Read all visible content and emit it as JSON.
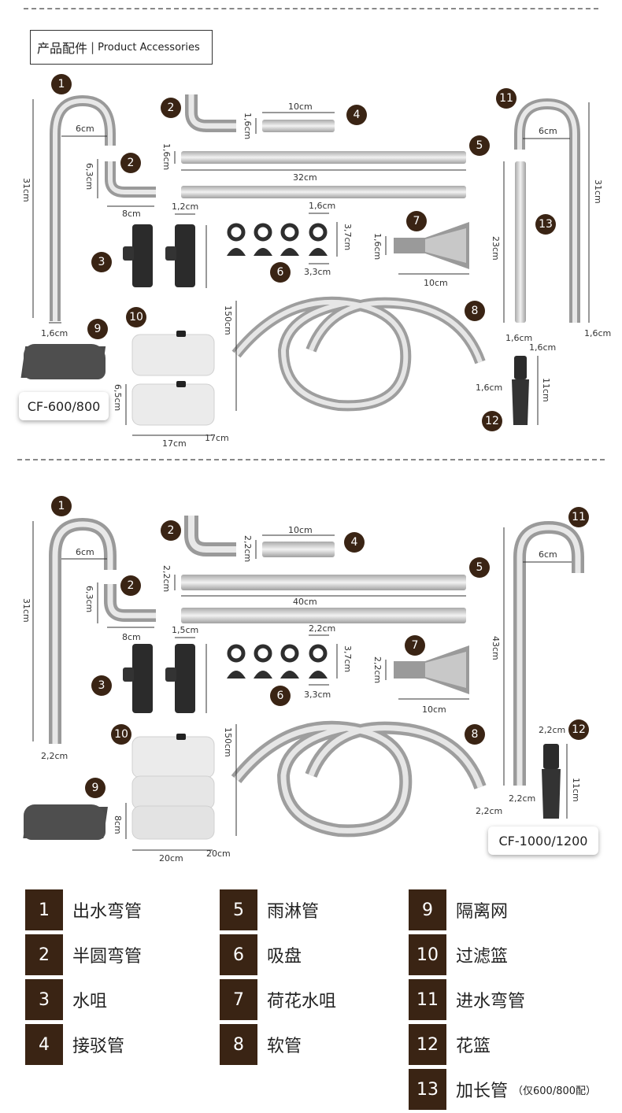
{
  "title": {
    "cn": "产品配件",
    "sep": "|",
    "en": "Product Accessories"
  },
  "sections": {
    "top": {
      "model": "CF-600/800",
      "badges": [
        "1",
        "2",
        "2",
        "4",
        "5",
        "11",
        "13",
        "3",
        "6",
        "7",
        "9",
        "10",
        "8",
        "12"
      ],
      "dims": {
        "j_h": "31cm",
        "j_w": "6cm",
        "j_d": "1,6cm",
        "elbow_h": "6,3cm",
        "elbow_w": "8cm",
        "conn_d": "1,6cm",
        "conn_l": "10cm",
        "spray_d": "1,6cm",
        "spray_l": "32cm",
        "valve_d": "1,2cm",
        "cup_w": "1,6cm",
        "cup_h": "3,7cm",
        "cup_b": "3,3cm",
        "flower_d": "1,6cm",
        "flower_l": "10cm",
        "intake_w": "6cm",
        "intake_h": "31cm",
        "intake_d": "1,6cm",
        "ext_l": "23cm",
        "ext_d": "1,6cm",
        "hose_l": "150cm",
        "hose_d": "1,6cm",
        "basket_h": "6,5cm",
        "basket_w": "17cm",
        "basket_d": "17cm",
        "strainer_d": "1,6cm",
        "strainer_h": "11cm"
      }
    },
    "bottom": {
      "model": "CF-1000/1200",
      "badges": [
        "1",
        "2",
        "2",
        "4",
        "5",
        "11",
        "3",
        "6",
        "7",
        "10",
        "9",
        "8",
        "12"
      ],
      "dims": {
        "j_h": "31cm",
        "j_w": "6cm",
        "j_d": "2,2cm",
        "elbow_h": "6,3cm",
        "elbow_w": "8cm",
        "conn_d": "2,2cm",
        "conn_l": "10cm",
        "spray_d": "2,2cm",
        "spray_l": "40cm",
        "valve_d": "1,5cm",
        "cup_w": "2,2cm",
        "cup_h": "3,7cm",
        "cup_b": "3,3cm",
        "flower_d": "2,2cm",
        "flower_l": "10cm",
        "intake_w": "6cm",
        "intake_h": "43cm",
        "intake_d": "2,2cm",
        "hose_l": "150cm",
        "hose_d": "2,2cm",
        "basket_h": "8cm",
        "basket_w": "20cm",
        "basket_d": "20cm",
        "strainer_d": "2,2cm",
        "strainer_h": "11cm"
      }
    }
  },
  "legend": [
    {
      "num": "1",
      "name": "出水弯管"
    },
    {
      "num": "2",
      "name": "半圆弯管"
    },
    {
      "num": "3",
      "name": "水咀"
    },
    {
      "num": "4",
      "name": "接驳管"
    },
    {
      "num": "5",
      "name": "雨淋管"
    },
    {
      "num": "6",
      "name": "吸盘"
    },
    {
      "num": "7",
      "name": "荷花水咀"
    },
    {
      "num": "8",
      "name": "软管"
    },
    {
      "num": "9",
      "name": "隔离网"
    },
    {
      "num": "10",
      "name": "过滤篮"
    },
    {
      "num": "11",
      "name": "进水弯管"
    },
    {
      "num": "12",
      "name": "花篮"
    },
    {
      "num": "13",
      "name": "加长管",
      "note": "（仅600/800配）"
    }
  ],
  "colors": {
    "badge": "#3a2414",
    "pipe": "#c9c9c9",
    "dark_part": "#2b2b2b",
    "basket": "#ececec"
  }
}
